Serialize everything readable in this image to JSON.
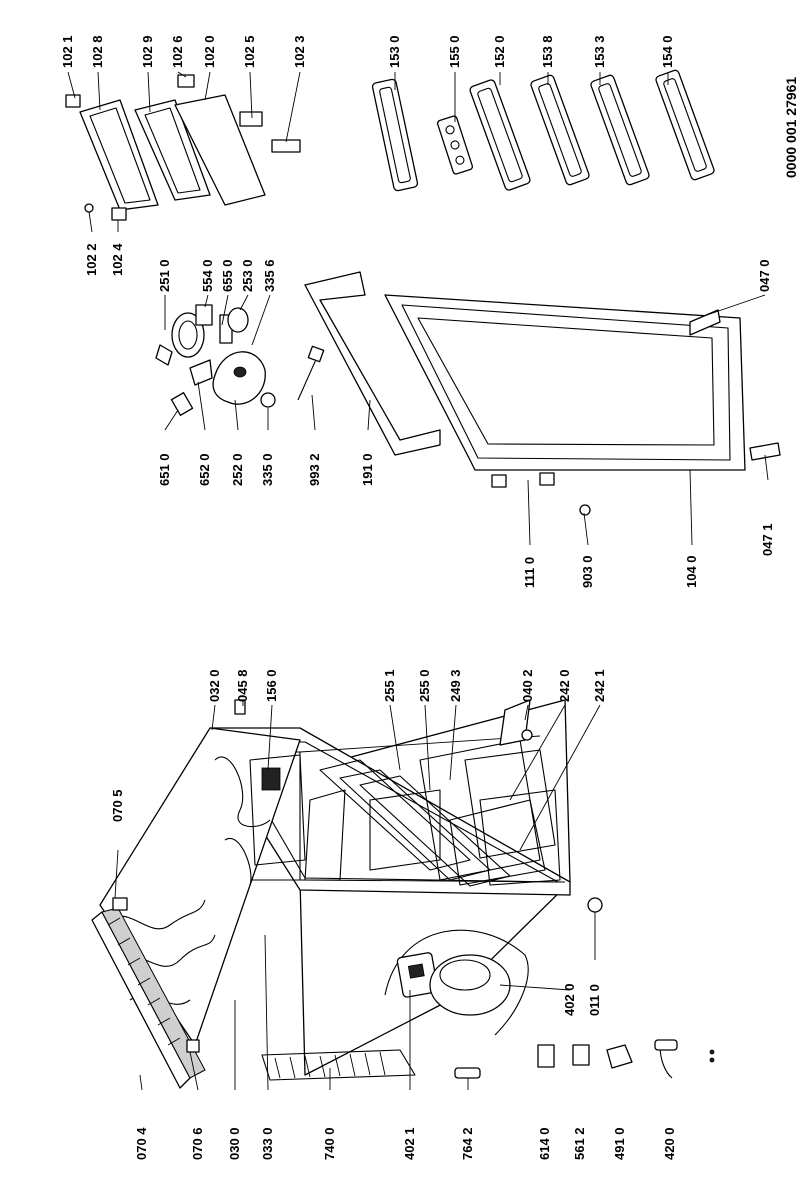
{
  "document_number": "0000 001 27961",
  "callouts": {
    "c1021": "102 1",
    "c1028": "102 8",
    "c1029": "102 9",
    "c1026": "102 6",
    "c1020": "102 0",
    "c1025": "102 5",
    "c1023": "102 3",
    "c1022": "102 2",
    "c1024": "102 4",
    "c1530": "153 0",
    "c1550": "155 0",
    "c1520": "152 0",
    "c1538": "153 8",
    "c1533": "153 3",
    "c1540": "154 0",
    "c0470": "047 0",
    "c0471": "047 1",
    "c2510": "251 0",
    "c5540": "554 0",
    "c6550": "655 0",
    "c2530": "253 0",
    "c3356": "335 6",
    "c6510": "651 0",
    "c6520": "652 0",
    "c2520": "252 0",
    "c3350": "335 0",
    "c9932": "993 2",
    "c1910": "191 0",
    "c1110": "111 0",
    "c9030": "903 0",
    "c1040": "104 0",
    "c0705": "070 5",
    "c0320": "032 0",
    "c0458": "045 8",
    "c1560": "156 0",
    "c2551": "255 1",
    "c2550": "255 0",
    "c2493": "249 3",
    "c0402": "040 2",
    "c2420": "242 0",
    "c2421": "242 1",
    "c4020": "402 0",
    "c0110": "011 0",
    "c0704": "070 4",
    "c0706": "070 6",
    "c0300": "030 0",
    "c0330": "033 0",
    "c7400": "740 0",
    "c4021": "402 1",
    "c7642": "764 2",
    "c6140": "614 0",
    "c5612": "561 2",
    "c4910": "491 0",
    "c4200": "420 0"
  }
}
